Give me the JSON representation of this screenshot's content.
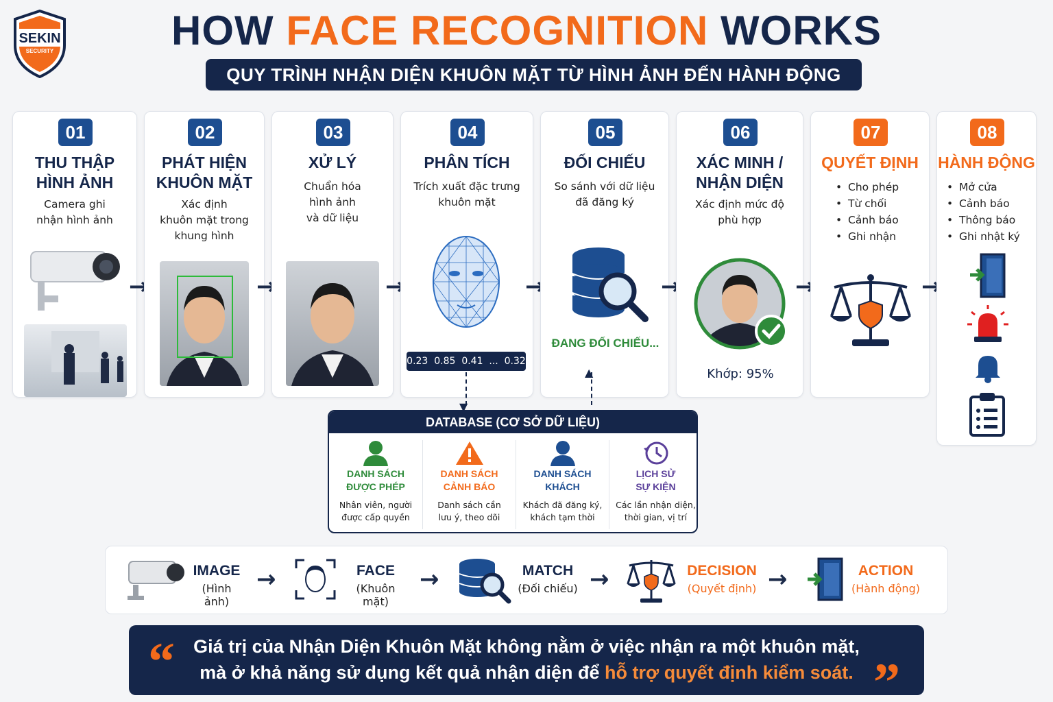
{
  "logo": {
    "text": "SEKIN",
    "sub": "SECURITY"
  },
  "header": {
    "title_pre": "HOW ",
    "title_highlight": "FACE RECOGNITION",
    "title_post": " WORKS",
    "subtitle": "QUY TRÌNH NHẬN DIỆN KHUÔN MẶT TỪ HÌNH ẢNH ĐẾN HÀNH ĐỘNG"
  },
  "steps": [
    {
      "num": "01",
      "title1": "THU THẬP",
      "title2": "HÌNH ẢNH",
      "desc1": "Camera ghi",
      "desc2": "nhận hình ảnh"
    },
    {
      "num": "02",
      "title1": "PHÁT HIỆN",
      "title2": "KHUÔN MẶT",
      "desc1": "Xác định",
      "desc2": "khuôn mặt trong",
      "desc3": "khung hình"
    },
    {
      "num": "03",
      "title1": "XỬ LÝ",
      "desc1": "Chuẩn hóa",
      "desc2": "hình ảnh",
      "desc3": "và dữ liệu"
    },
    {
      "num": "04",
      "title1": "PHÂN TÍCH",
      "desc1": "Trích xuất đặc trưng",
      "desc2": "khuôn mặt",
      "vector": "0.23  0.85  0.41  ...  0.32"
    },
    {
      "num": "05",
      "title1": "ĐỐI CHIẾU",
      "desc1": "So sánh với dữ liệu",
      "desc2": "đã đăng ký",
      "status": "ĐANG ĐỐI CHIẾU..."
    },
    {
      "num": "06",
      "title1": "XÁC MINH /",
      "title2": "NHẬN DIỆN",
      "desc1": "Xác định mức độ",
      "desc2": "phù hợp",
      "match": "Khớp: 95%"
    },
    {
      "num": "07",
      "title1": "QUYẾT ĐỊNH",
      "bullets": [
        "Cho phép",
        "Từ chối",
        "Cảnh báo",
        "Ghi nhận"
      ]
    },
    {
      "num": "08",
      "title1": "HÀNH ĐỘNG",
      "bullets": [
        "Mở cửa",
        "Cảnh báo",
        "Thông báo",
        "Ghi nhật ký"
      ]
    }
  ],
  "database": {
    "title": "DATABASE (CƠ SỞ DỮ LIỆU)",
    "columns": [
      {
        "name1": "DANH SÁCH",
        "name2": "ĐƯỢC PHÉP",
        "sub1": "Nhân viên, người",
        "sub2": "được cấp quyền",
        "color": "#2e8b3a"
      },
      {
        "name1": "DANH SÁCH",
        "name2": "CẢNH BÁO",
        "sub1": "Danh sách cần",
        "sub2": "lưu ý, theo dõi",
        "color": "#f26a1b"
      },
      {
        "name1": "DANH SÁCH",
        "name2": "KHÁCH",
        "sub1": "Khách đã đăng ký,",
        "sub2": "khách tạm thời",
        "color": "#1d4e91"
      },
      {
        "name1": "LỊCH SỬ",
        "name2": "SỰ KIỆN",
        "sub1": "Các lần nhận diện,",
        "sub2": "thời gian, vị trí",
        "color": "#5a3f9a"
      }
    ]
  },
  "flow": [
    {
      "en": "IMAGE",
      "vi": "(Hình ảnh)"
    },
    {
      "en": "FACE",
      "vi": "(Khuôn mặt)"
    },
    {
      "en": "MATCH",
      "vi": "(Đối chiếu)"
    },
    {
      "en": "DECISION",
      "vi": "(Quyết định)"
    },
    {
      "en": "ACTION",
      "vi": "(Hành động)"
    }
  ],
  "quote": {
    "line1": "Giá trị của Nhận Diện Khuôn Mặt không nằm ở việc nhận ra một khuôn mặt,",
    "line2_pre": "mà ở khả năng sử dụng kết quả nhận diện để ",
    "line2_highlight": "hỗ trợ quyết định kiểm soát.",
    "open_mark": "“",
    "close_mark": "”"
  },
  "colors": {
    "navy": "#15264a",
    "blue": "#1d4e91",
    "orange": "#f26a1b",
    "green": "#2e8b3a"
  }
}
